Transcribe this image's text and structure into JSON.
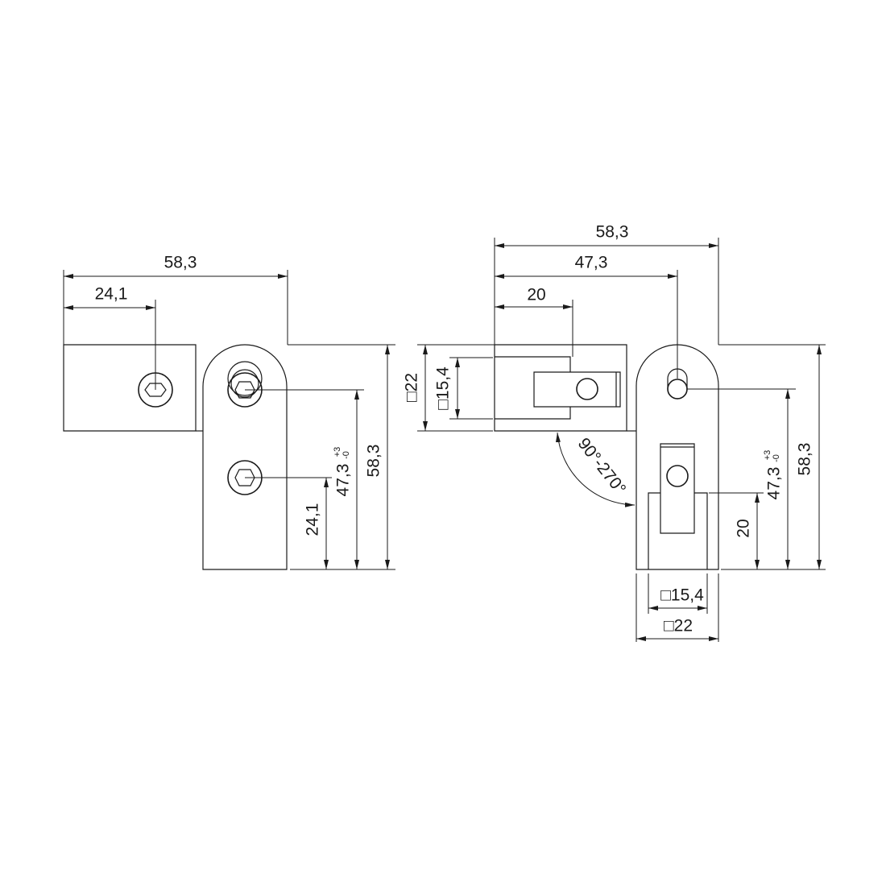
{
  "left_view": {
    "dims": {
      "overall_width": "58,3",
      "bolt_offset_x": "24,1",
      "overall_height": "58,3",
      "pivot_height": "47,3",
      "pivot_tol_plus": "+3",
      "pivot_tol_minus": "-0",
      "lower_bolt_height": "24,1"
    }
  },
  "right_view": {
    "dims": {
      "overall_width": "58,3",
      "pivot_x": "47,3",
      "insert_depth_x": "20",
      "profile_outer": "□22",
      "profile_inner": "□15,4",
      "angle_range": "90°-270°",
      "pivot_height": "47,3",
      "pivot_tol_plus": "+3",
      "pivot_tol_minus": "-0",
      "overall_height": "58,3",
      "insert_depth_y": "20",
      "bottom_inner": "□15,4",
      "bottom_outer": "□22"
    }
  },
  "line_color": "#1a1a1a"
}
